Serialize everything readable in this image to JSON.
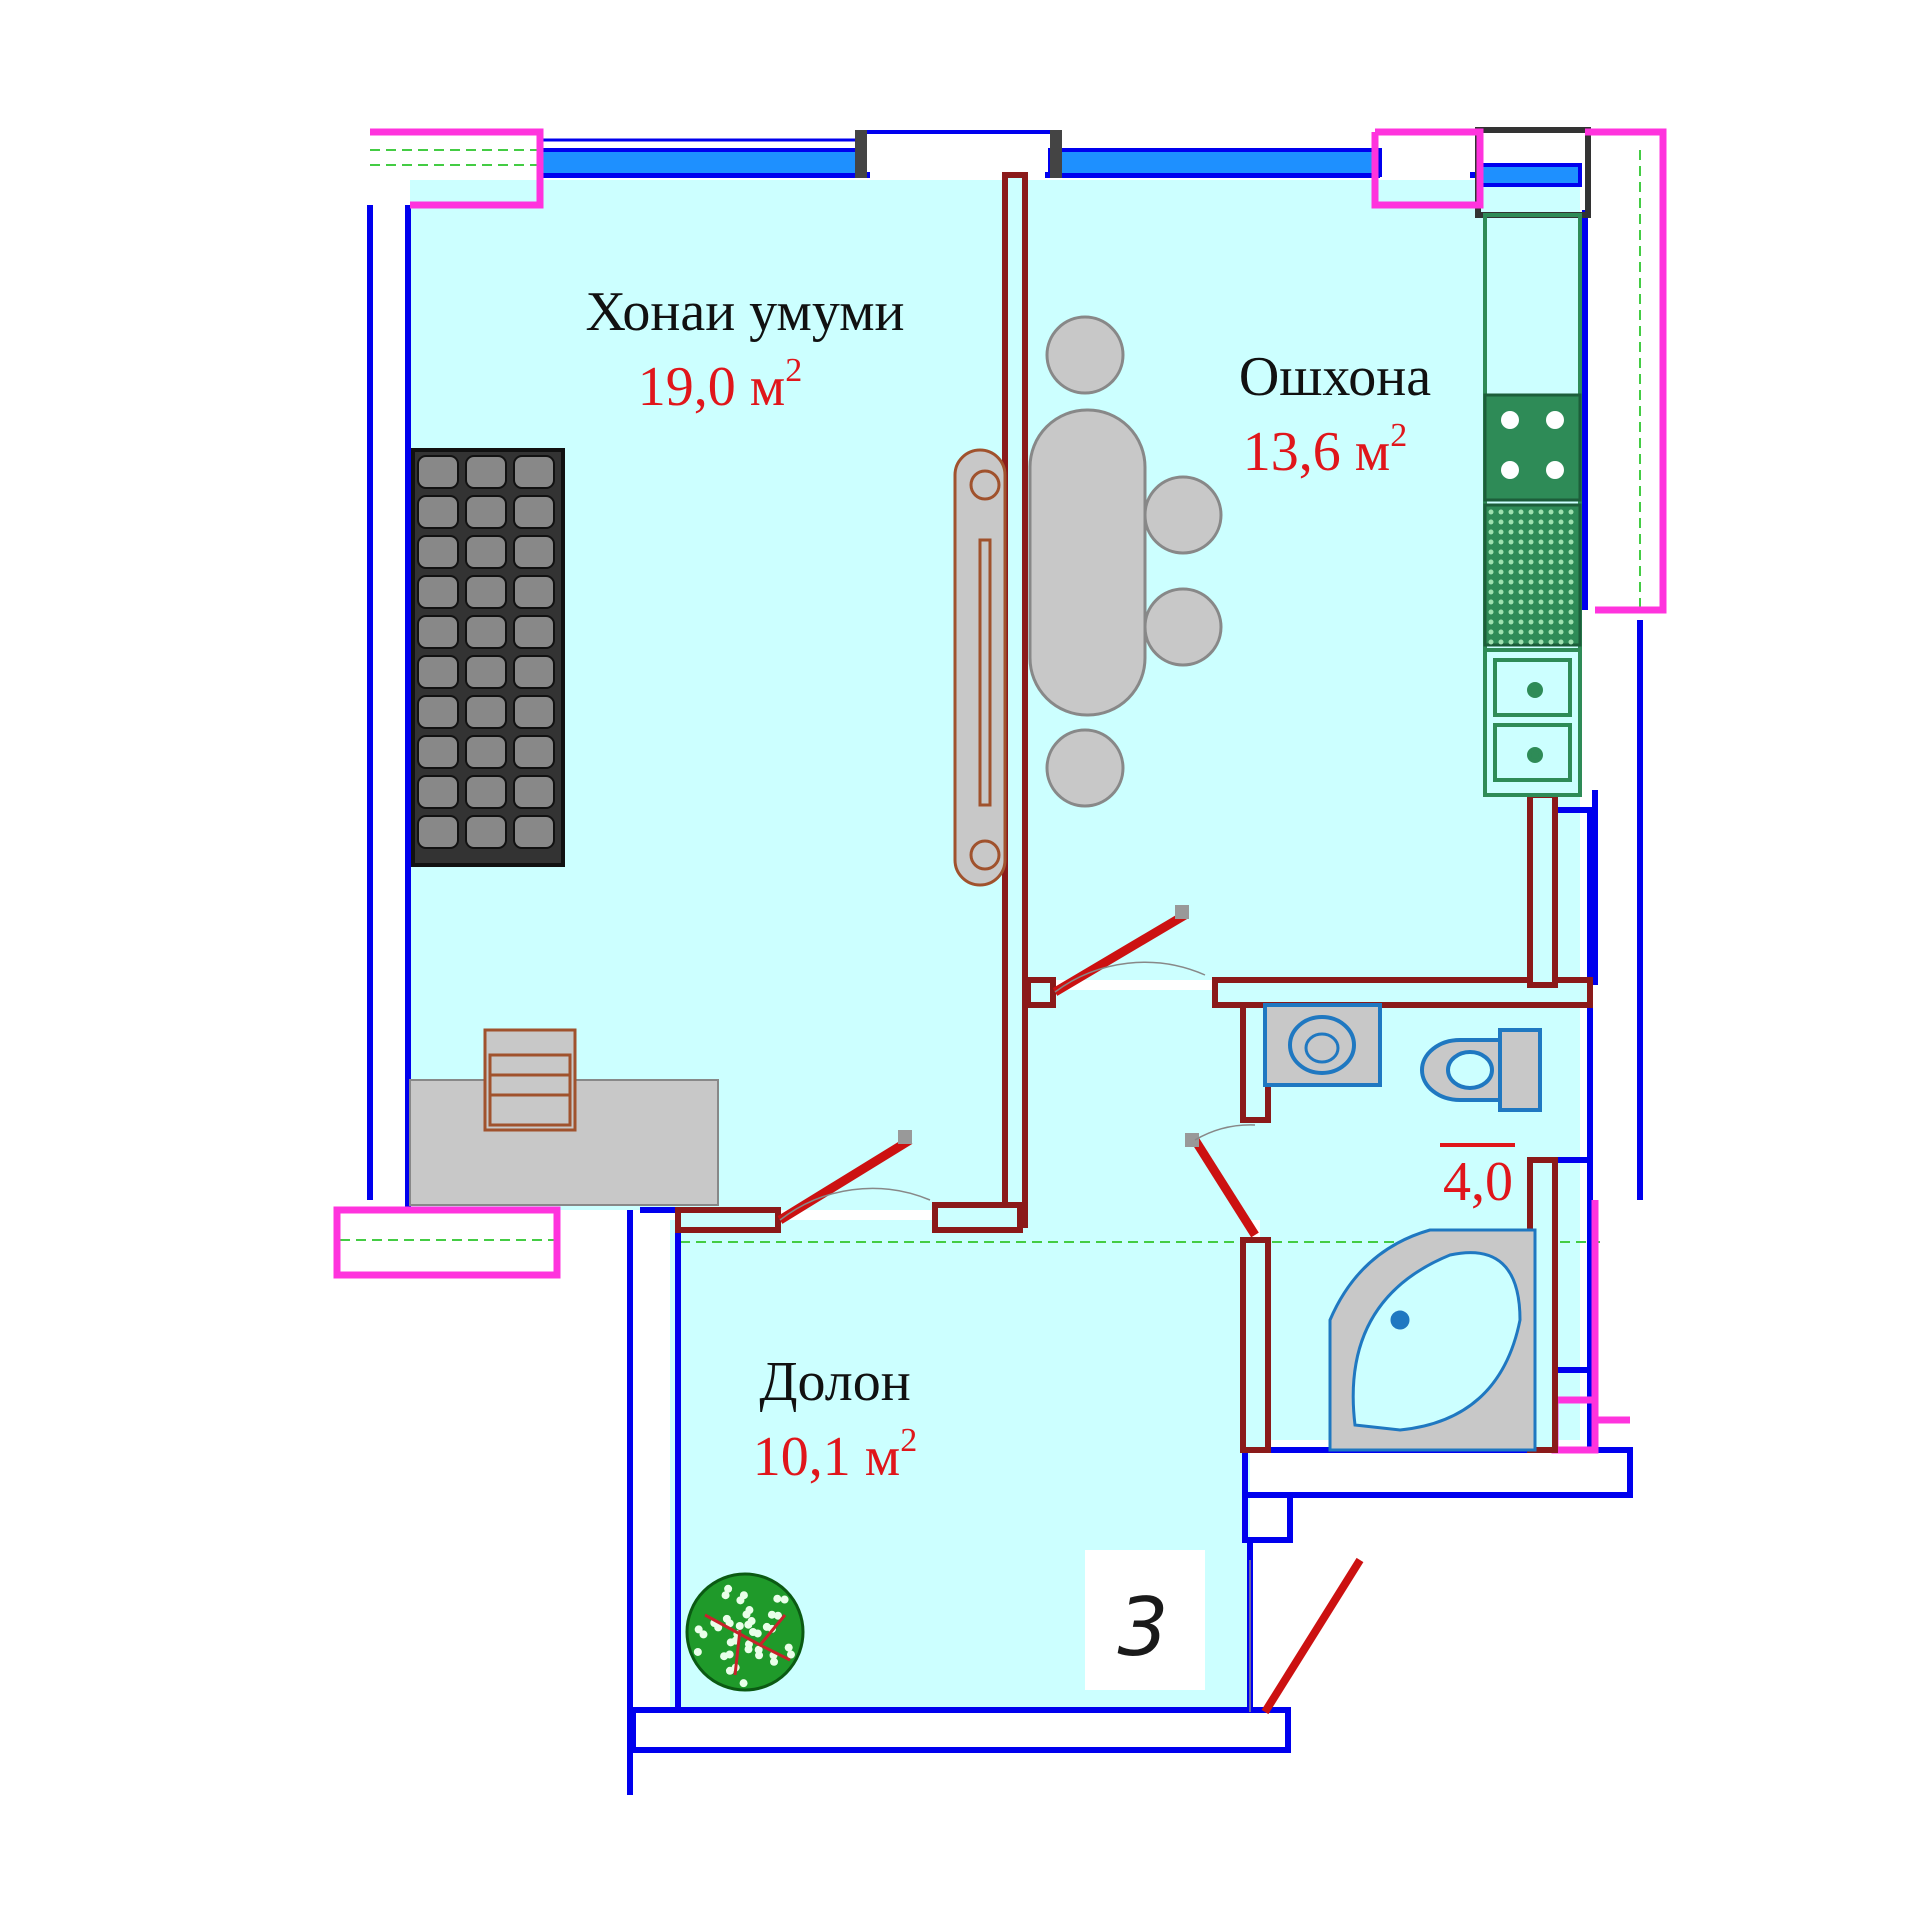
{
  "colors": {
    "floor": "#ccffff",
    "outer_wall": "#0000ee",
    "inner_wall": "#8b1a1a",
    "window_frame": "#ff33dd",
    "door_leaf": "#cc1111",
    "furniture_gray": "#c8c8c8",
    "kitchen_green": "#2e8b57",
    "sanitary_blue": "#1f78c1",
    "label_red": "#e0161b",
    "plant_green": "#1f9a2a"
  },
  "rooms": {
    "living": {
      "name": "Хонаи умуми",
      "area": "19,0 м",
      "unit_sup": "2"
    },
    "kitchen": {
      "name": "Ошхона",
      "area": "13,6 м",
      "unit_sup": "2"
    },
    "hall": {
      "name": "Долон",
      "area": "10,1 м",
      "unit_sup": "2"
    },
    "bathroom": {
      "area": "4,0"
    }
  },
  "plan_tag": "3",
  "icons": {
    "sofa": "sofa-icon",
    "desk": "desk-icon",
    "chair": "chair-icon",
    "dining_table": "dining-table-icon",
    "wardrobe": "wardrobe-icon",
    "stove": "stove-icon",
    "sink": "kitchen-sink-icon",
    "washbasin": "washbasin-icon",
    "toilet": "toilet-icon",
    "bathtub": "corner-bathtub-icon",
    "plant": "plant-icon"
  }
}
